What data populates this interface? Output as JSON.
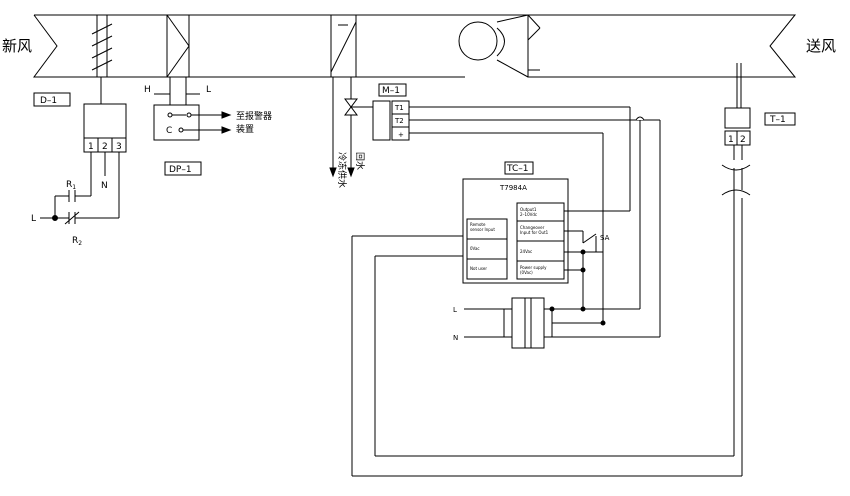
{
  "labels": {
    "fresh_air": "新风",
    "supply_air": "送风",
    "d1": "D–1",
    "dp1": "DP–1",
    "m1": "M–1",
    "tc1": "TC–1",
    "t1": "T–1",
    "h": "H",
    "l_top": "L",
    "c": "C",
    "alarm_line1": "至报警器",
    "alarm_line2": "装置",
    "chilled_supply": "冷冻供水",
    "chilled_return": "回水",
    "r1": "R",
    "r1_sub": "1",
    "r2": "R",
    "r2_sub": "2",
    "n_relay": "N",
    "l_relay": "L",
    "d1_term1": "1",
    "d1_term2": "2",
    "d1_term3": "3",
    "m1_t1": "T1",
    "m1_t2": "T2",
    "m1_plus": "+",
    "t1_term1": "1",
    "t1_term2": "2",
    "tc_model": "T7984A",
    "tc_left_1a": "Remote",
    "tc_left_1b": "sensor Input",
    "tc_left_2": "0Vac",
    "tc_left_3": "Not user",
    "tc_right_1a": "Output1",
    "tc_right_1b": "2–10Vdc",
    "tc_right_2a": "Changeover",
    "tc_right_2b": "Input for Out1",
    "tc_right_3": "24Vac",
    "tc_right_4a": "Power supply",
    "tc_right_4b": "(0Vac)",
    "sa": "SA",
    "l_power": "L",
    "n_power": "N"
  }
}
